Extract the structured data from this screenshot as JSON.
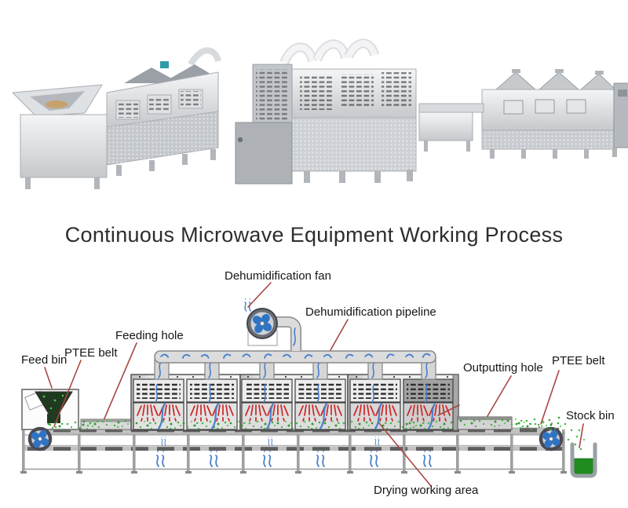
{
  "page": {
    "title": "Continuous Microwave Equipment Working Process"
  },
  "diagram": {
    "labels": {
      "feed_bin": "Feed bin",
      "ptee_belt_left": "PTEE belt",
      "feeding_hole": "Feeding hole",
      "dehumidification_fan": "Dehumidification fan",
      "dehumidification_pipeline": "Dehumidification pipeline",
      "outputting_hole": "Outputting hole",
      "ptee_belt_right": "PTEE belt",
      "stock_bin": "Stock bin",
      "drying_working_area": "Drying working area"
    },
    "colors": {
      "leader_line": "#a84743",
      "steam_blue": "#4a80cc",
      "microwave_radiation": "#cc2626",
      "material_green": "#3fae3f",
      "stock_bin_fill": "#1f8c1f",
      "machine_gray": "#e3e3e3"
    }
  }
}
